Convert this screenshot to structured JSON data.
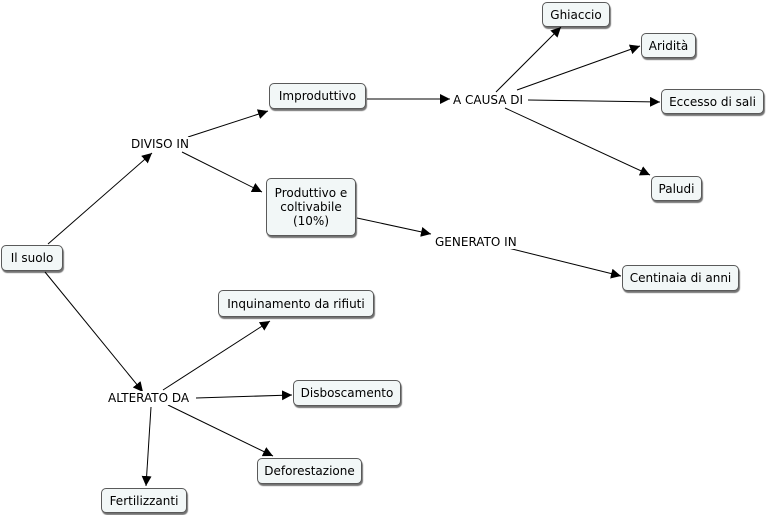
{
  "nodes": {
    "il_suolo": "Il suolo",
    "improduttivo": "Improduttivo",
    "produttivo": "Produttivo e coltivabile (10%)",
    "ghiaccio": "Ghiaccio",
    "aridita": "Aridità",
    "eccesso_sali": "Eccesso di sali",
    "paludi": "Paludi",
    "centinaia": "Centinaia di anni",
    "inquinamento": "Inquinamento da rifiuti",
    "disboscamento": "Disboscamento",
    "deforestazione": "Deforestazione",
    "fertilizzanti": "Fertilizzanti"
  },
  "links": {
    "diviso_in": "DIVISO IN",
    "a_causa_di": "A CAUSA DI",
    "generato_in": "GENERATO IN",
    "alterato_da": "ALTERATO DA"
  }
}
